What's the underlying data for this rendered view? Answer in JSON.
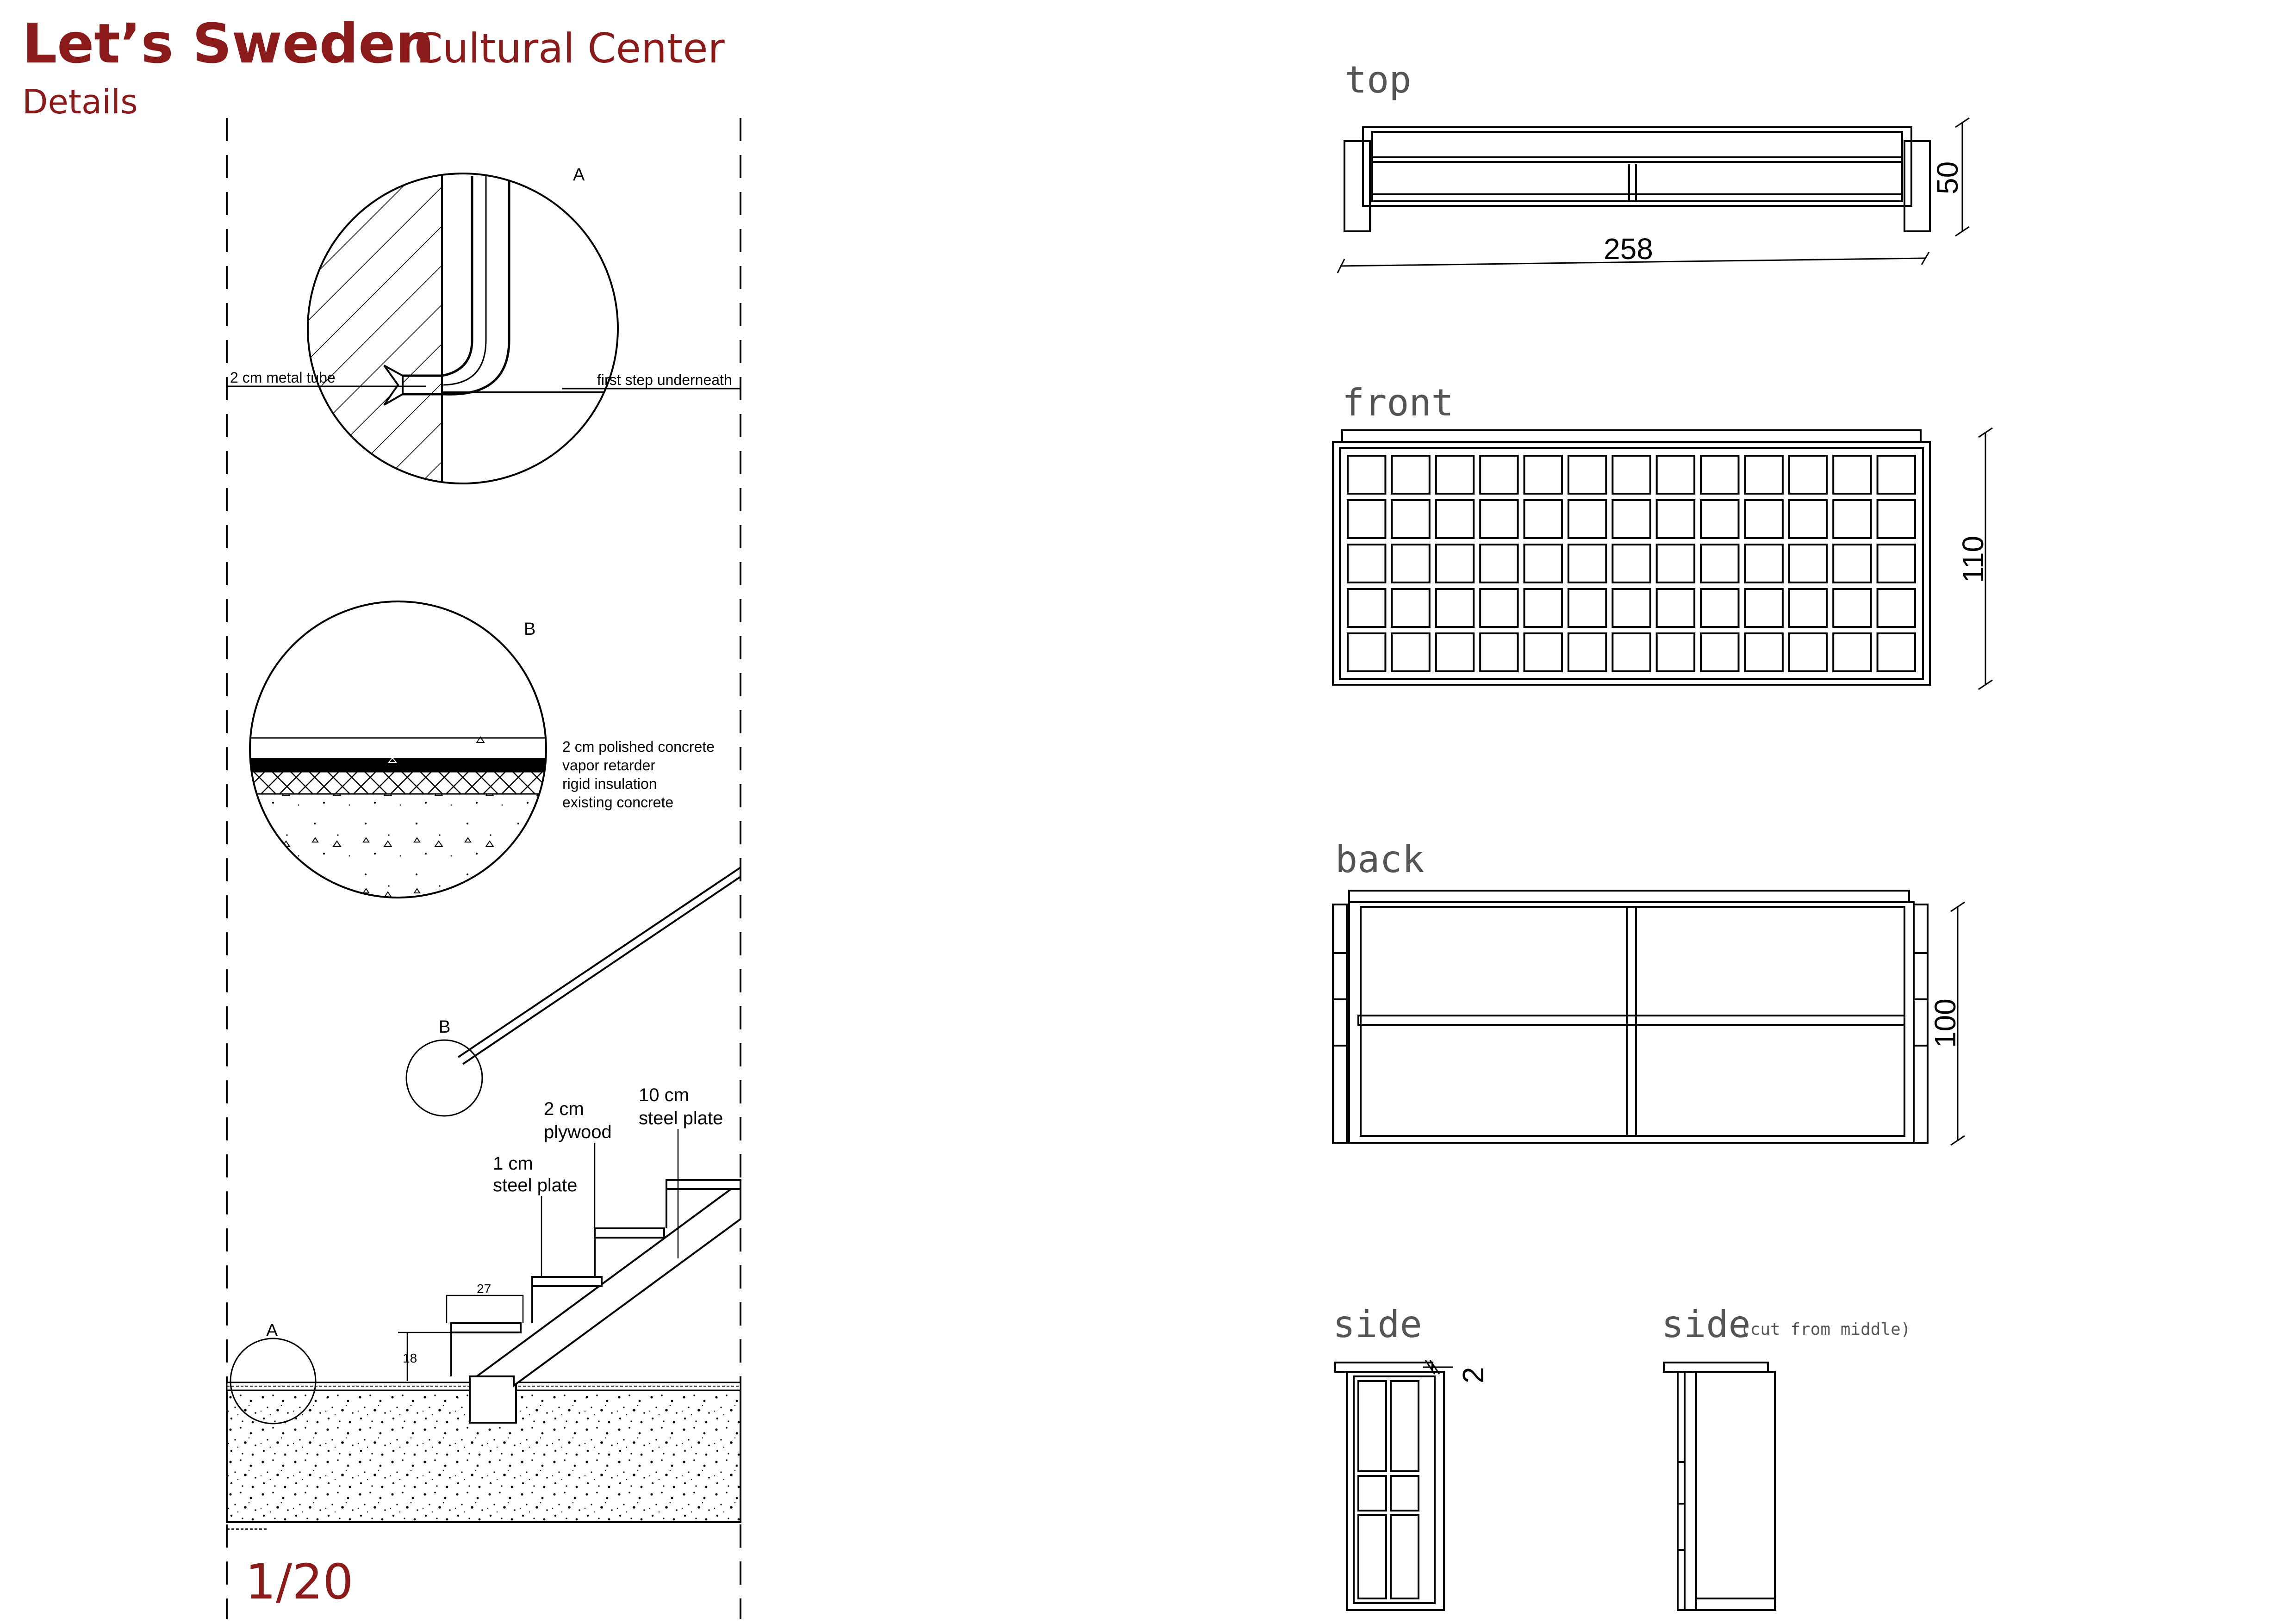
{
  "header": {
    "title": "Let’s Sweden",
    "subtitle": "Cultural Center",
    "section": "Details",
    "title_color": "#8b1a1a"
  },
  "detail_a": {
    "tag": "A",
    "label_left": "2 cm metal tube",
    "label_right": "first step underneath"
  },
  "detail_b": {
    "tag": "B",
    "layers": [
      "2 cm polished concrete",
      "vapor retarder",
      "rigid insulation",
      "existing concrete"
    ]
  },
  "stair_section": {
    "tag_a": "A",
    "tag_b": "B",
    "plywood_label": [
      "2 cm",
      "plywood"
    ],
    "steel_thick_label": [
      "10 cm",
      "steel plate"
    ],
    "steel_thin_label": [
      "1 cm",
      "steel plate"
    ],
    "tread_dim": "27",
    "riser_dim": "18",
    "scale": "1/20"
  },
  "views": {
    "top": {
      "name": "top",
      "width_dim": "258",
      "depth_dim": "50"
    },
    "front": {
      "name": "front",
      "height_dim": "110"
    },
    "back": {
      "name": "back",
      "height_dim": "100"
    },
    "side": {
      "name": "side",
      "thickness_dim": "2"
    },
    "side_cut": {
      "name": "side",
      "note": "(cut from middle)"
    }
  }
}
